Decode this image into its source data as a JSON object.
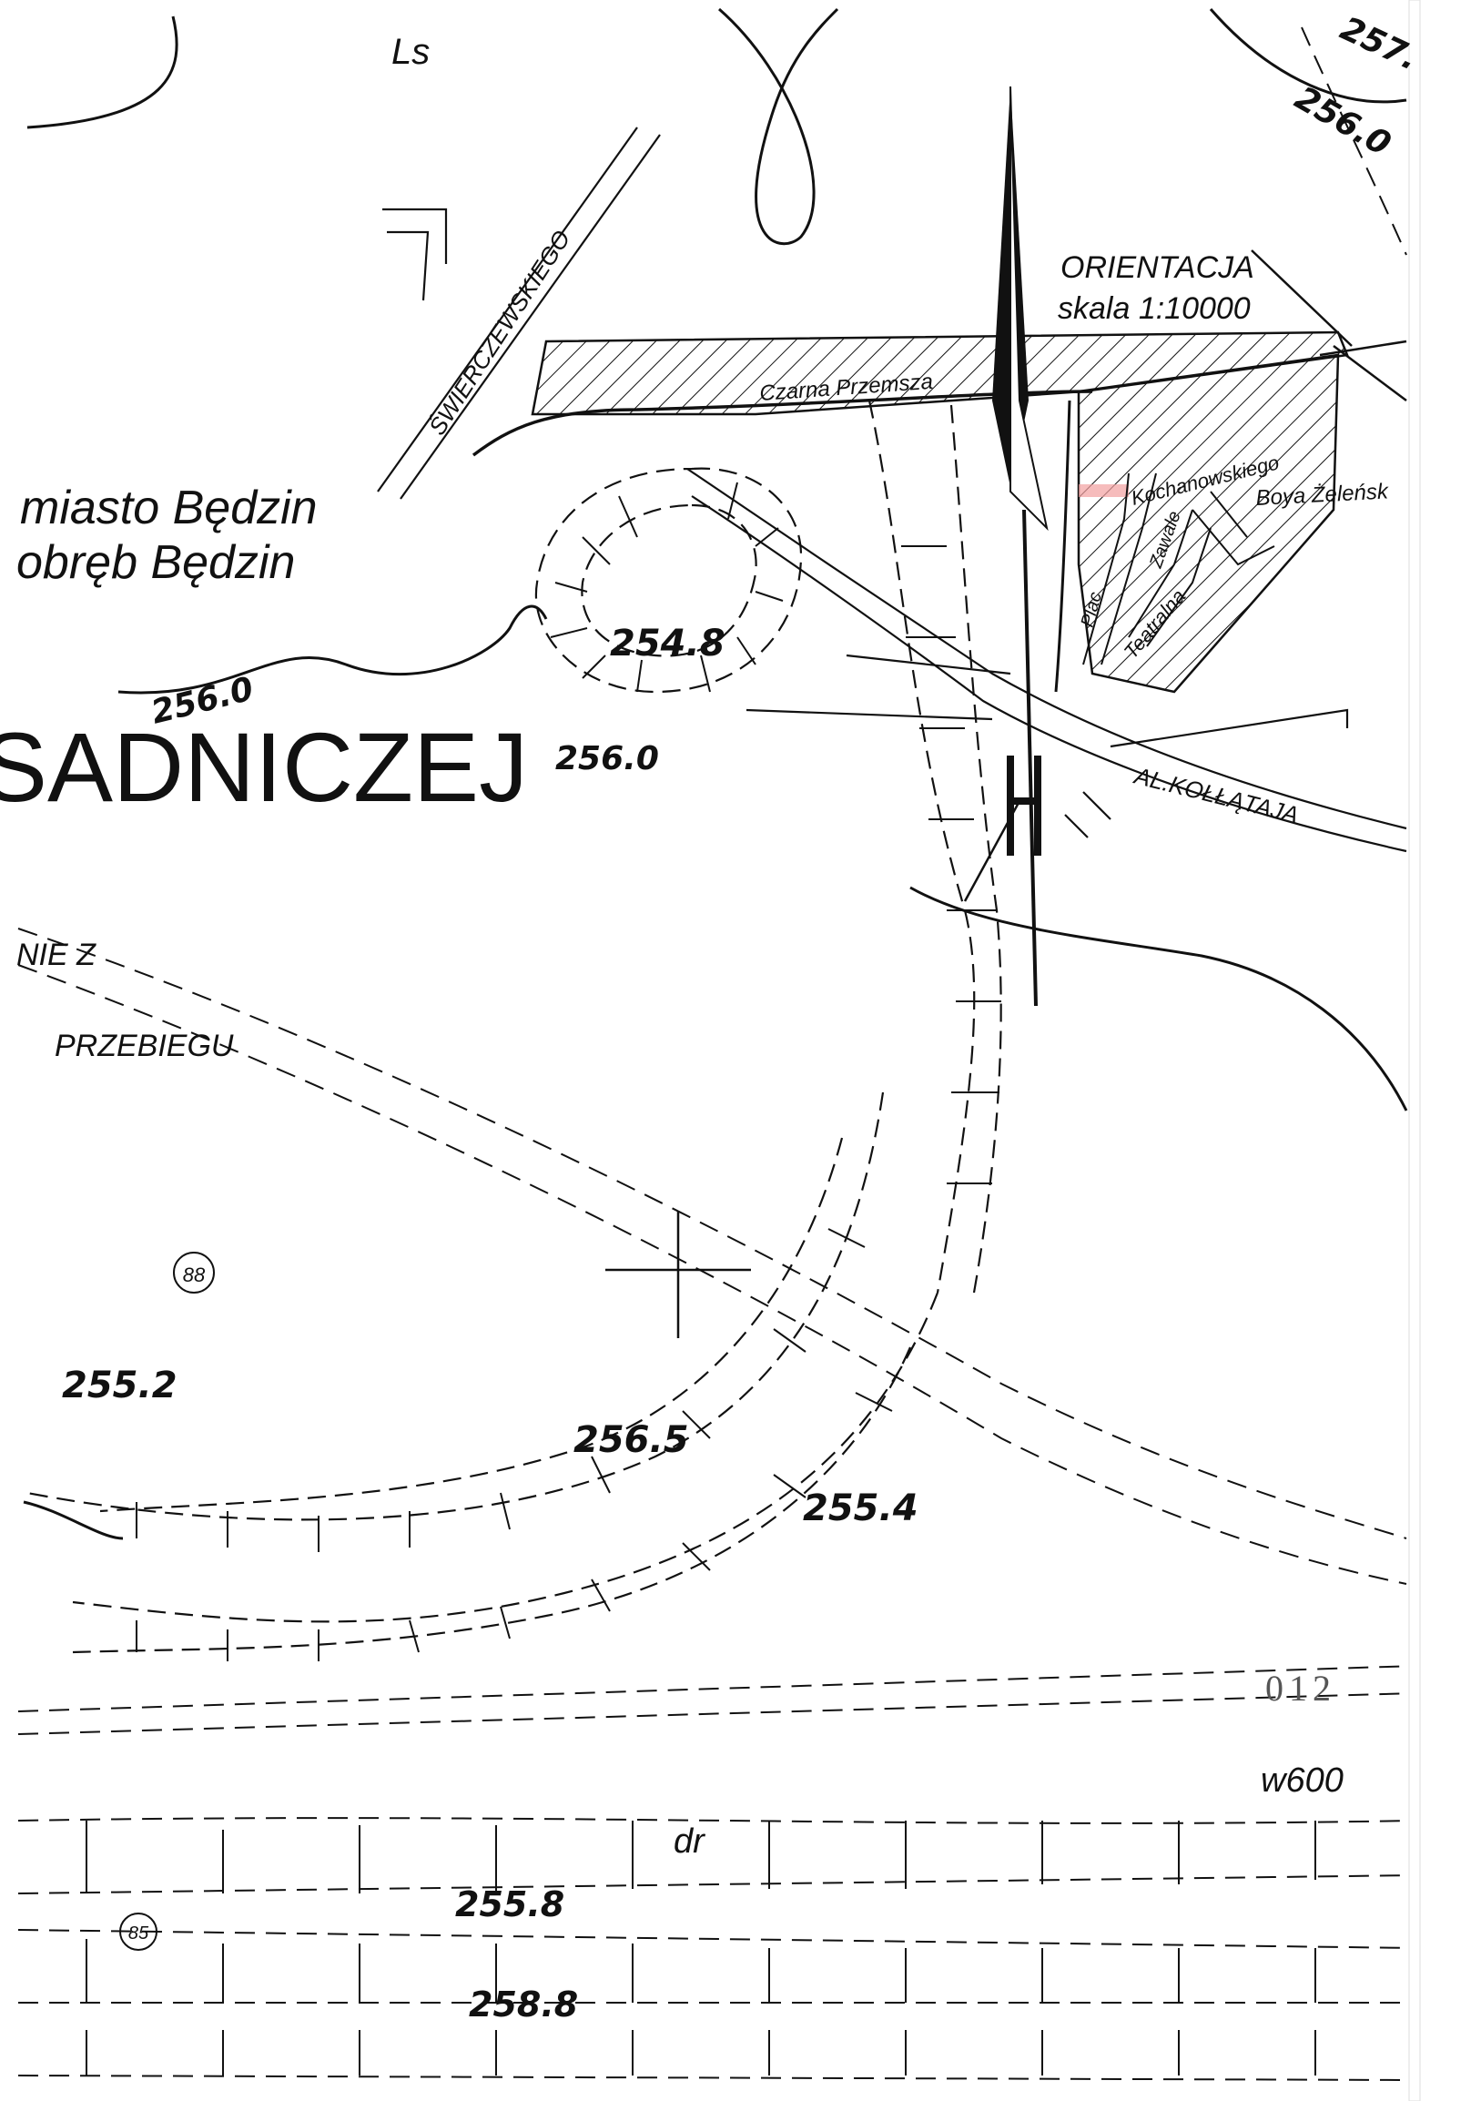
{
  "map": {
    "north_arrow": {
      "title": "ORIENTACJA",
      "scale": "skala 1:10000"
    },
    "admin": {
      "line1": "miasto Będzin",
      "line2": "obręb Będzin"
    },
    "big_label": "SADNICZEJ",
    "fragments": {
      "top": "Ls",
      "nie": "NIE Z",
      "przebiegu": "PRZEBIEGU",
      "dr": "dr",
      "w600": "w600",
      "sheet_no": "012"
    },
    "streets": {
      "swierczewskiego": "ŚWIERCZEWSKIEGO",
      "czarna": "Czarna Przemsza",
      "kochanowskiego": "Kochanowskiego",
      "boya": "Boya Żeleńsk",
      "kollataja": "AL.KOŁŁĄTAJA",
      "teatralna": "Teatralna",
      "zawale": "Zawale",
      "plac": "Plac"
    },
    "elevations": {
      "e257": "257.",
      "e256_0_top": "256.0",
      "e254_8": "254.8",
      "e256_0_left": "256.0",
      "e256_0_mid": "256.0",
      "e255_2": "255.2",
      "e256_5": "256.5",
      "e255_4": "255.4",
      "e255_8": "255.8",
      "e258_8": "258.8"
    },
    "parcels": {
      "p88": "88",
      "p85": "85"
    },
    "accent_color": "#f2a0a0"
  }
}
